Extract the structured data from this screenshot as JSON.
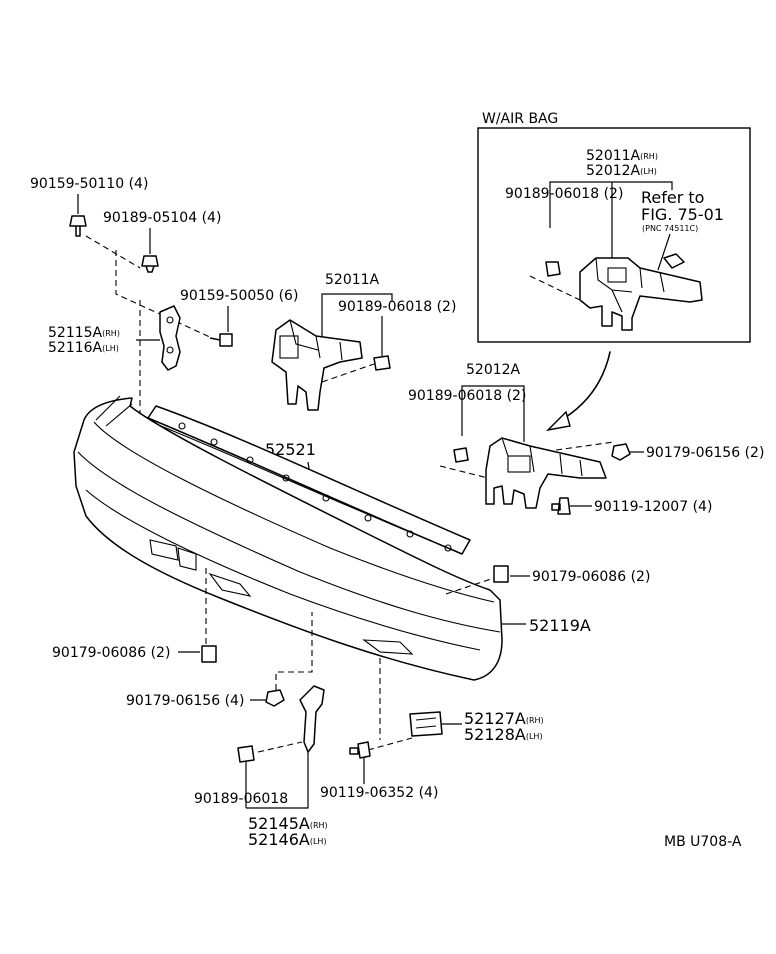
{
  "diagram_code": "MB U708-A",
  "inset": {
    "title": "W/AIR BAG",
    "part_rh": "52011A",
    "part_lh": "52012A",
    "rh_suffix": "(RH)",
    "lh_suffix": "(LH)",
    "clip": "90189-06018",
    "clip_qty": "(2)",
    "refer_line1": "Refer to",
    "refer_line2": "FIG. 75-01",
    "refer_pnc": "(PNC 74511C)"
  },
  "labels": {
    "p90159_50110": "90159-50110",
    "p90159_50110_qty": "(4)",
    "p90189_05104": "90189-05104",
    "p90189_05104_qty": "(4)",
    "p90159_50050": "90159-50050",
    "p90159_50050_qty": "(6)",
    "p52011A": "52011A",
    "p90189_06018_a": "90189-06018",
    "p90189_06018_a_qty": "(2)",
    "p52115A": "52115A",
    "p52116A": "52116A",
    "p52012A": "52012A",
    "p90189_06018_b": "90189-06018",
    "p90189_06018_b_qty": "(2)",
    "p52521": "52521",
    "p90179_06156_a": "90179-06156",
    "p90179_06156_a_qty": "(2)",
    "p90119_12007": "90119-12007",
    "p90119_12007_qty": "(4)",
    "p90179_06086_a": "90179-06086",
    "p90179_06086_a_qty": "(2)",
    "p52119A": "52119A",
    "p90179_06086_b": "90179-06086",
    "p90179_06086_b_qty": "(2)",
    "p90179_06156_b": "90179-06156",
    "p90179_06156_b_qty": "(4)",
    "p52127A": "52127A",
    "p52128A": "52128A",
    "p90189_06018_c": "90189-06018",
    "p90119_06352": "90119-06352",
    "p90119_06352_qty": "(4)",
    "p52145A": "52145A",
    "p52146A": "52146A",
    "rh": "(RH)",
    "lh": "(LH)"
  }
}
